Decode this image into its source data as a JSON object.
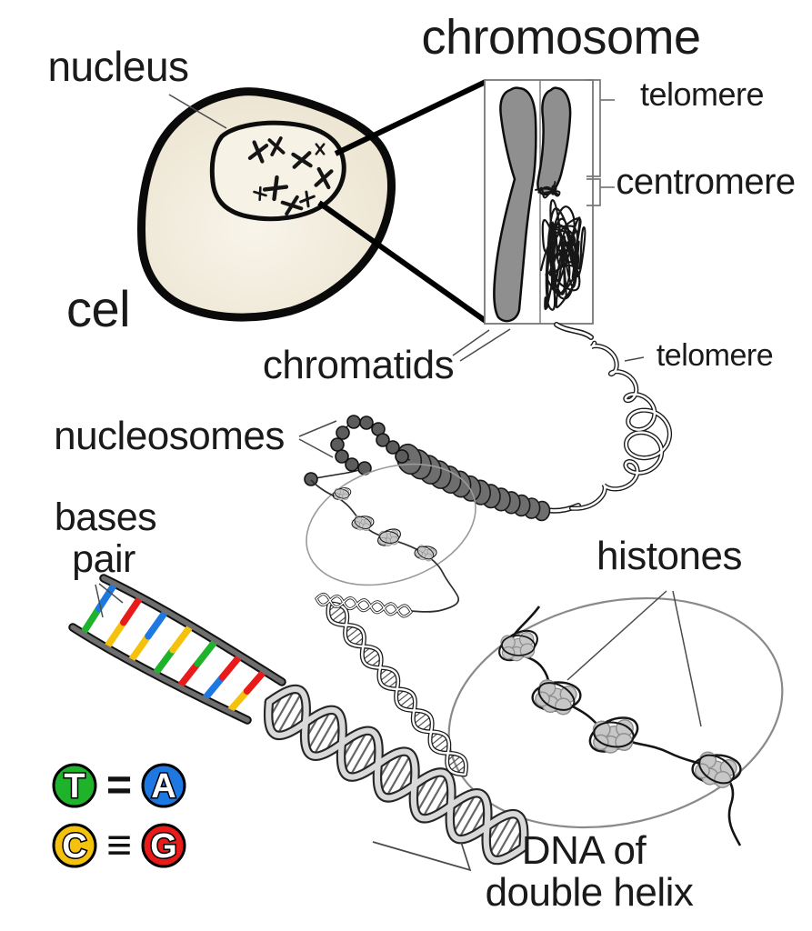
{
  "labels": {
    "chromosome": "chromosome",
    "nucleus": "nucleus",
    "cell": "cel",
    "telomere_top": "telomere",
    "centromere": "centromere",
    "chromatids": "chromatids",
    "telomere_mid": "telomere",
    "nucleosomes": "nucleosomes",
    "bases_line1": "bases",
    "bases_line2": "pair",
    "histones": "histones",
    "dna_line1": "DNA of",
    "dna_line2": "double helix"
  },
  "legend": {
    "rows": [
      {
        "left_letter": "T",
        "left_color": "#1fb32b",
        "bond": "=",
        "right_letter": "A",
        "right_color": "#1d78e2"
      },
      {
        "left_letter": "C",
        "left_color": "#f4c20d",
        "bond": "≡",
        "right_letter": "G",
        "right_color": "#e81a1a"
      }
    ]
  },
  "base_pair_rungs": [
    {
      "left": "#1fb32b",
      "right": "#1d78e2"
    },
    {
      "left": "#f4c20d",
      "right": "#e81a1a"
    },
    {
      "left": "#f4c20d",
      "right": "#1d78e2"
    },
    {
      "left": "#1fb32b",
      "right": "#f4c20d"
    },
    {
      "left": "#e81a1a",
      "right": "#1fb32b"
    },
    {
      "left": "#1d78e2",
      "right": "#e81a1a"
    },
    {
      "left": "#f4c20d",
      "right": "#e81a1a"
    }
  ],
  "colors": {
    "cell_fill_center": "#f8f4ea",
    "cell_fill_edge": "#e9e0ca",
    "nucleus_fill": "#f6f2e6",
    "chromatid_gray": "#8f8f8f",
    "bead_gray": "#5c5c5c",
    "solenoid_gray": "#6e6e6e",
    "histone_gray": "#c7c7c7",
    "outline_black": "#111111"
  }
}
